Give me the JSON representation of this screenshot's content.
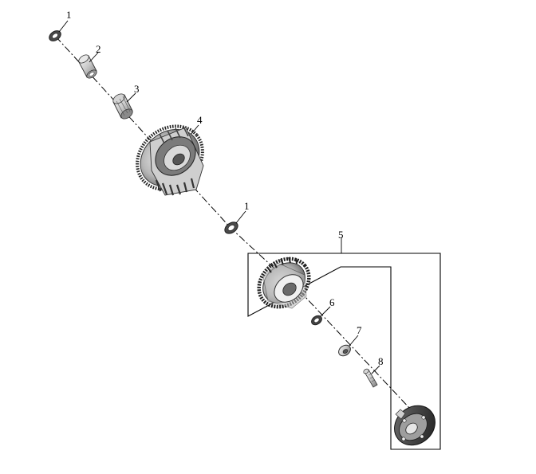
{
  "diagram": {
    "callouts": {
      "c1a": "1",
      "c2": "2",
      "c3": "3",
      "c4": "4",
      "c1b": "1",
      "c5": "5",
      "c6": "6",
      "c7": "7",
      "c8": "8"
    }
  }
}
